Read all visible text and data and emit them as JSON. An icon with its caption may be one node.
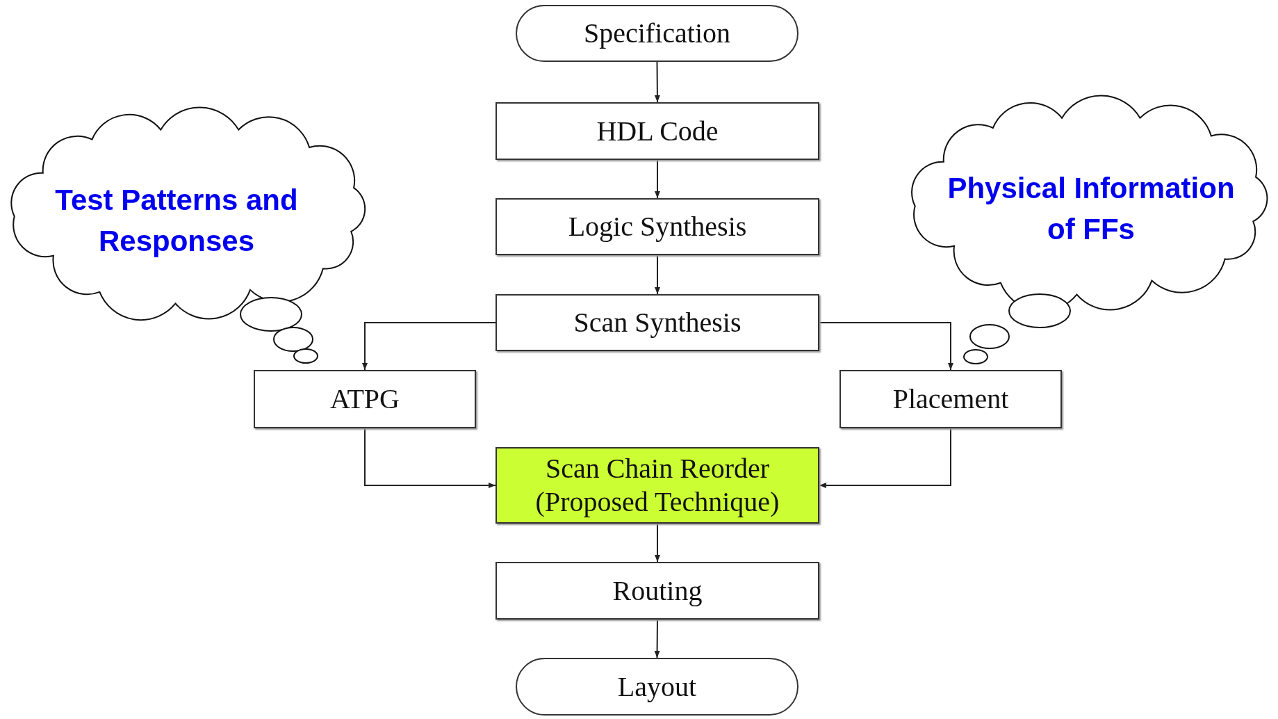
{
  "diagram": {
    "nodes": [
      {
        "text": [
          "Specification"
        ]
      },
      {
        "text": [
          "HDL Code"
        ]
      },
      {
        "text": [
          "Logic Synthesis"
        ]
      },
      {
        "text": [
          "Scan Synthesis"
        ]
      },
      {
        "text": [
          "ATPG"
        ]
      },
      {
        "text": [
          "Placement"
        ]
      },
      {
        "text": [
          "Scan Chain Reorder (Proposed Technique)"
        ]
      },
      {
        "text": [
          "Routing"
        ]
      },
      {
        "text": [
          "Layout"
        ]
      },
      {
        "text": [
          "Test Patterns and Responses"
        ]
      },
      {
        "text": [
          "Physical Information of FFs"
        ]
      }
    ],
    "edges": [
      {
        "from": 0,
        "to": 1,
        "arrow": "to"
      },
      {
        "from": 1,
        "to": 2,
        "arrow": "to"
      },
      {
        "from": 2,
        "to": 3,
        "arrow": "to"
      },
      {
        "from": 3,
        "to": 4,
        "arrow": "to"
      },
      {
        "from": 3,
        "to": 5,
        "arrow": "to"
      },
      {
        "from": 4,
        "to": 6,
        "arrow": "to"
      },
      {
        "from": 5,
        "to": 6,
        "arrow": "to"
      },
      {
        "from": 6,
        "to": 7,
        "arrow": "to"
      },
      {
        "from": 7,
        "to": 8,
        "arrow": "to"
      }
    ]
  }
}
